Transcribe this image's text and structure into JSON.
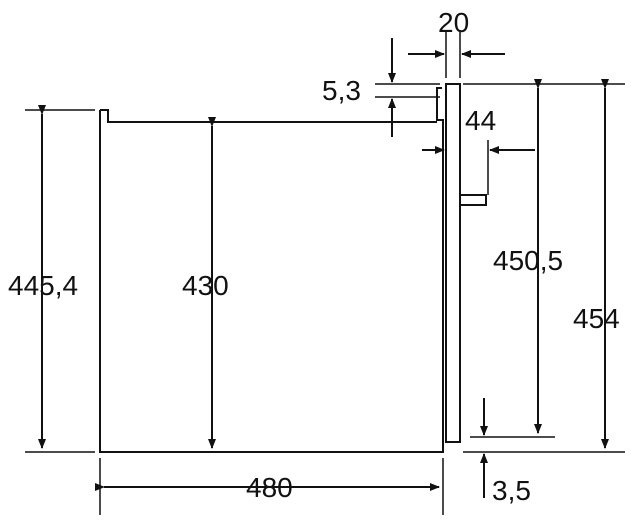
{
  "dimensions": {
    "door_gap_width": "20",
    "top_offset": "5,3",
    "handle_depth": "44",
    "door_height": "450,5",
    "total_height": "454",
    "body_height_outer": "445,4",
    "body_height_inner": "430",
    "body_width": "480",
    "bottom_offset": "3,5"
  },
  "colors": {
    "line": "#111111",
    "background": "#ffffff"
  }
}
